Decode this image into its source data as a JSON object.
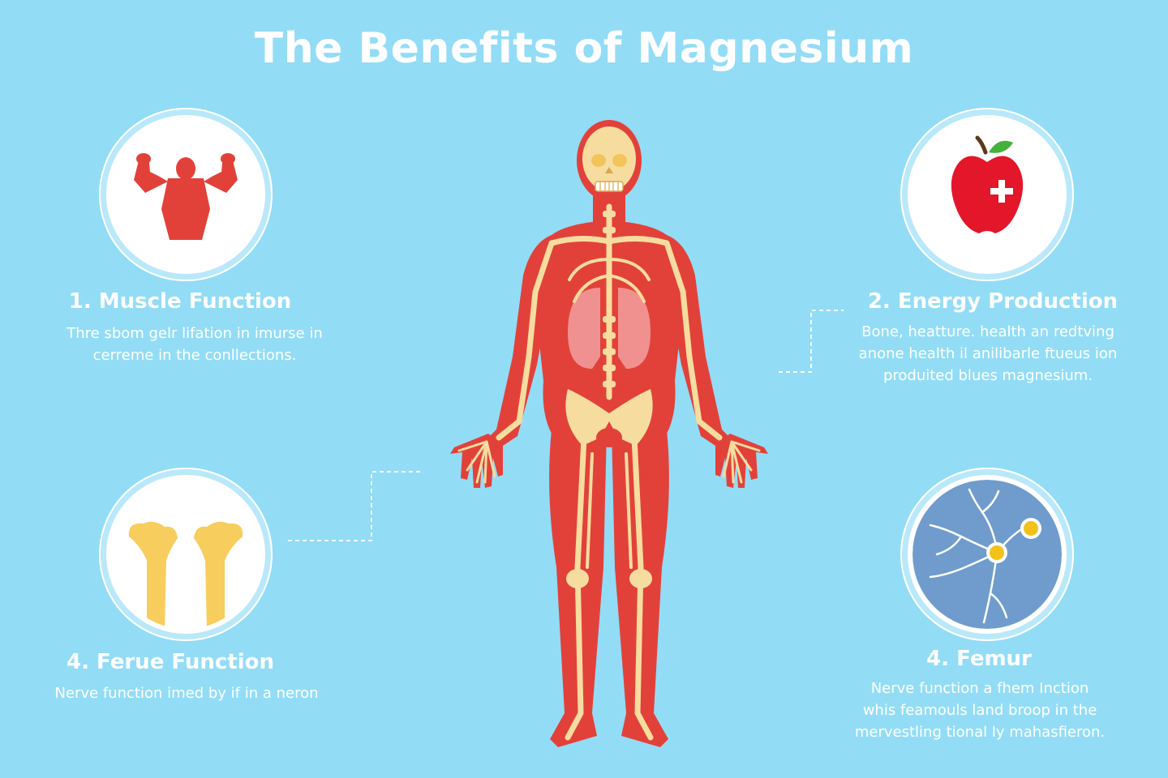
{
  "title": "The Benefits of Magnesium",
  "benefits": [
    {
      "heading": "1. Muscle Function",
      "lines": [
        "Thre sbom gelr lifation in imurse in",
        "cerreme in the conllections."
      ],
      "icon": "flexing-muscle-icon"
    },
    {
      "heading": "2. Energy Production",
      "lines": [
        "Bone, heatture. health an redtving",
        "anone health il anilibarle ftueus ion",
        "produited blues magnesium."
      ],
      "icon": "apple-icon"
    },
    {
      "heading": "4. Ferue Function",
      "lines": [
        "Nerve function imed by if in a neron"
      ],
      "icon": "bones-icon"
    },
    {
      "heading": "4. Femur",
      "lines": [
        "Nerve function a fhem Inction",
        "whis feamouls land broop in the",
        "mervestling tional ly mahasfieron."
      ],
      "icon": "neuron-icon"
    }
  ],
  "colors": {
    "background": "#93dcf6",
    "muscle_red": "#e2413a",
    "bone": "#f6dc9f",
    "apple_red": "#e3162a",
    "neuron_bg": "#6f9ccc"
  }
}
